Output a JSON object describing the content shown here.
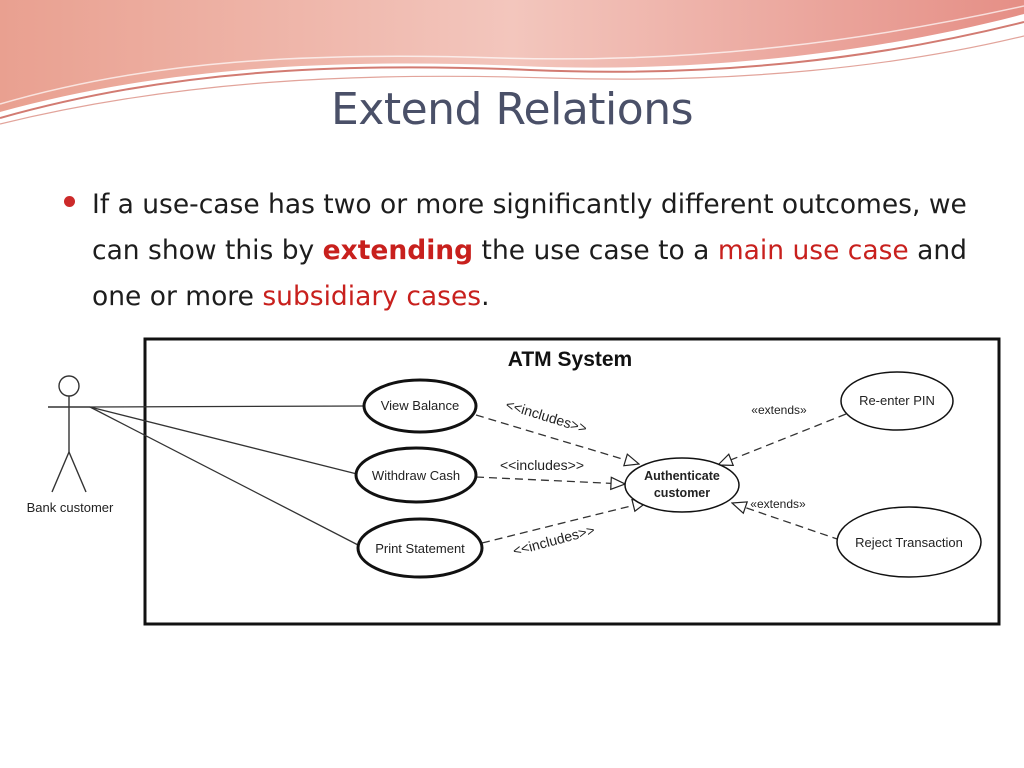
{
  "slide": {
    "title": "Extend Relations",
    "bullet": {
      "t1": "If a use-case has two or more significantly different outcomes, we can show this by ",
      "t2": "extending",
      "t3": " the use case to a ",
      "t4": "main use case",
      "t5": " and one or more ",
      "t6": "subsidiary cases",
      "t7": "."
    },
    "accent_color": "#c8201d"
  },
  "diagram": {
    "system_title": "ATM System",
    "actor": "Bank customer",
    "use_cases": {
      "view_balance": "View Balance",
      "withdraw_cash": "Withdraw Cash",
      "print_statement": "Print Statement",
      "authenticate_line1": "Authenticate",
      "authenticate_line2": "customer",
      "reenter_pin": "Re-enter PIN",
      "reject_transaction": "Reject Transaction"
    },
    "relations": {
      "includes_1": "<<includes>>",
      "includes_2": "<<includes>>",
      "includes_3": "<<includes>>",
      "extends_1": "«extends»",
      "extends_2": "«extends»"
    }
  }
}
